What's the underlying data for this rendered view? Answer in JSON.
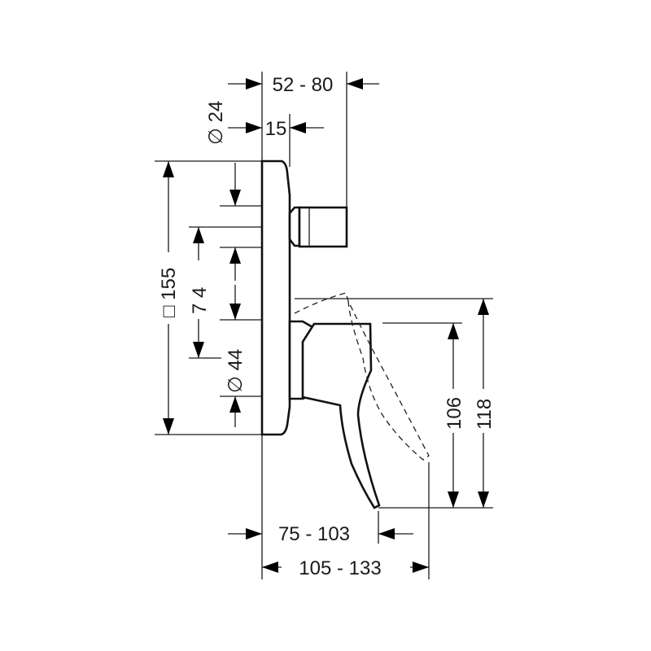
{
  "dimensions": {
    "d_24": "∅ 24",
    "d_52_80": "52 - 80",
    "d_15": "15",
    "d_155": "□ 155",
    "d_74": "7 4",
    "d_44": "∅ 44",
    "d_106": "106",
    "d_118": "118",
    "d_75_103": "75 - 103",
    "d_105_133": "105 - 133"
  },
  "colors": {
    "line": "#1a1a1a",
    "background": "#ffffff"
  }
}
